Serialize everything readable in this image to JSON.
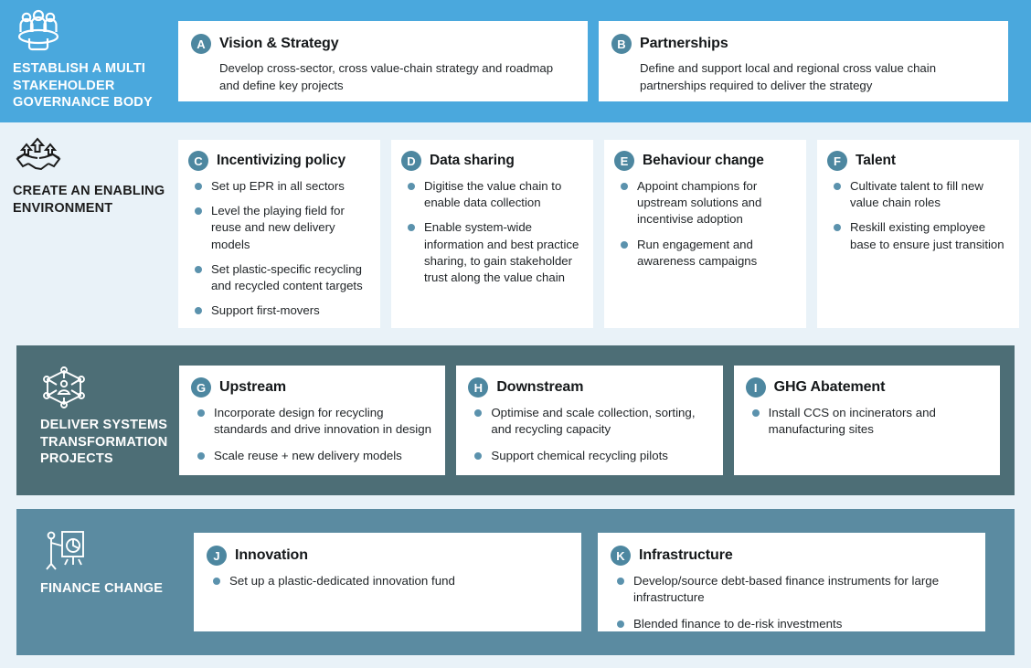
{
  "colors": {
    "band1_bg": "#4aa8dd",
    "band2_bg": "#e9f2f8",
    "band3_bg": "#4d6e76",
    "band4_bg": "#5b8ba1",
    "badge": "#4d87a0",
    "bullet_dot": "#5b92ad",
    "card_bg": "#ffffff"
  },
  "sections": [
    {
      "id": "establish-governance",
      "icon": "people-around-table-icon",
      "title": "ESTABLISH A MULTI STAKEHOLDER GOVERNANCE BODY",
      "cards": [
        {
          "letter": "A",
          "title": "Vision & Strategy",
          "description": "Develop cross-sector, cross value-chain strategy and roadmap and define key projects",
          "bullets": []
        },
        {
          "letter": "B",
          "title": "Partnerships",
          "description": "Define and support local and regional cross value chain partnerships required to deliver the strategy",
          "bullets": []
        }
      ]
    },
    {
      "id": "enabling-environment",
      "icon": "handshake-growth-icon",
      "title": "CREATE AN ENABLING ENVIRONMENT",
      "cards": [
        {
          "letter": "C",
          "title": "Incentivizing policy",
          "description": "",
          "bullets": [
            "Set up EPR in all sectors",
            "Level the playing field for reuse and new delivery models",
            "Set plastic-specific recycling and recycled content targets",
            "Support first-movers"
          ]
        },
        {
          "letter": "D",
          "title": "Data sharing",
          "description": "",
          "bullets": [
            "Digitise the value chain to enable data collection",
            "Enable system-wide information and best practice sharing, to gain stakeholder trust along the value chain"
          ]
        },
        {
          "letter": "E",
          "title": "Behaviour change",
          "description": "",
          "bullets": [
            "Appoint champions for upstream solutions and incentivise adoption",
            "Run engagement and awareness campaigns"
          ]
        },
        {
          "letter": "F",
          "title": "Talent",
          "description": "",
          "bullets": [
            "Cultivate talent to fill new value chain roles",
            "Reskill existing employee base to ensure just transition"
          ]
        }
      ]
    },
    {
      "id": "systems-transformation",
      "icon": "network-nodes-person-icon",
      "title": "DELIVER SYSTEMS TRANSFORMATION PROJECTS",
      "cards": [
        {
          "letter": "G",
          "title": "Upstream",
          "description": "",
          "bullets": [
            "Incorporate design for recycling standards and drive innovation in design",
            "Scale reuse + new delivery models"
          ]
        },
        {
          "letter": "H",
          "title": "Downstream",
          "description": "",
          "bullets": [
            "Optimise and scale collection, sorting, and recycling capacity",
            "Support chemical recycling pilots"
          ]
        },
        {
          "letter": "I",
          "title": "GHG Abatement",
          "description": "",
          "bullets": [
            "Install CCS on incinerators and manufacturing sites"
          ]
        }
      ]
    },
    {
      "id": "finance-change",
      "icon": "presenter-chart-board-icon",
      "title": "FINANCE CHANGE",
      "cards": [
        {
          "letter": "J",
          "title": "Innovation",
          "description": "",
          "bullets": [
            "Set up a plastic-dedicated innovation fund"
          ]
        },
        {
          "letter": "K",
          "title": "Infrastructure",
          "description": "",
          "bullets": [
            "Develop/source debt-based finance instruments for large infrastructure",
            "Blended finance to de-risk investments"
          ]
        }
      ]
    }
  ]
}
